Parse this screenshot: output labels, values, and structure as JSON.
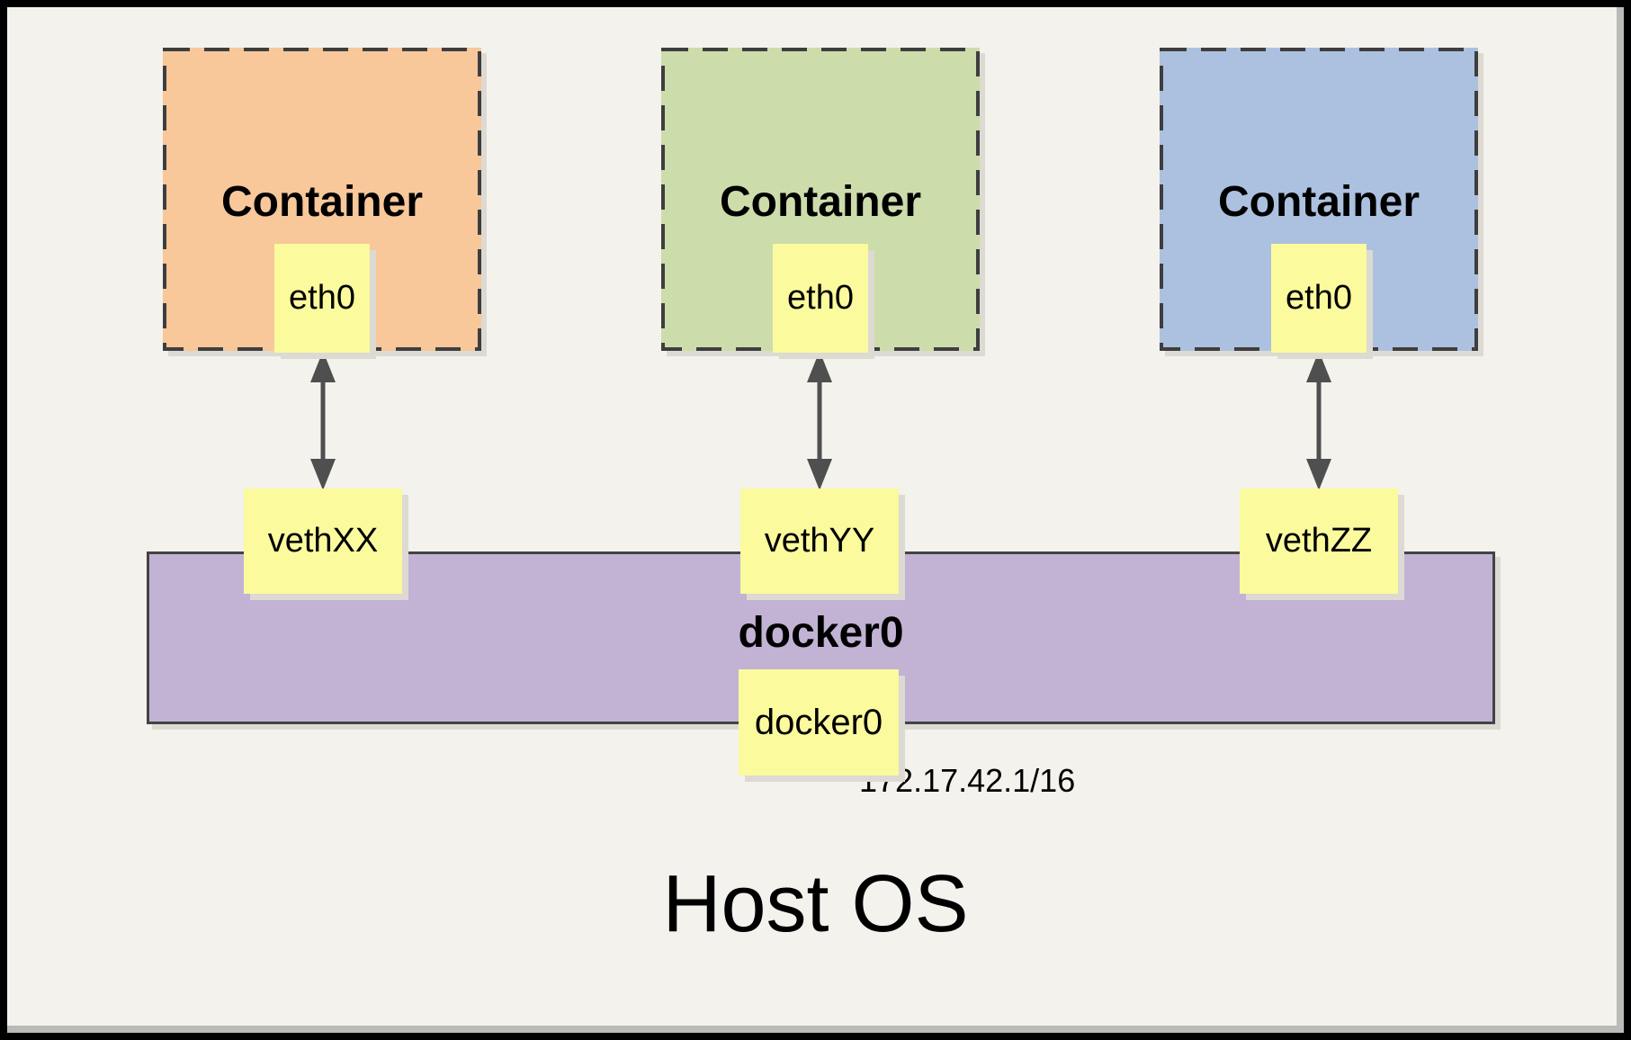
{
  "diagram": {
    "host_os_label": "Host OS",
    "containers": [
      {
        "title": "Container",
        "interface_label": "eth0",
        "veth_label": "vethXX",
        "fill_color": "#F8C79A"
      },
      {
        "title": "Container",
        "interface_label": "eth0",
        "veth_label": "vethYY",
        "fill_color": "#CDDCAB"
      },
      {
        "title": "Container",
        "interface_label": "eth0",
        "veth_label": "vethZZ",
        "fill_color": "#ACC1DF"
      }
    ],
    "bridge": {
      "title": "docker0",
      "interface_label": "docker0",
      "ip_cidr": "172.17.42.1/16",
      "fill_color": "#C2B2D3"
    },
    "colors": {
      "page_background": "#F4F2EC",
      "note_yellow": "#FBFA9D",
      "dashed_border": "#3E3E3E",
      "arrow_gray": "#4F4F4F",
      "frame_black": "#000000",
      "shadow_gray": "#DCDAD2"
    }
  }
}
